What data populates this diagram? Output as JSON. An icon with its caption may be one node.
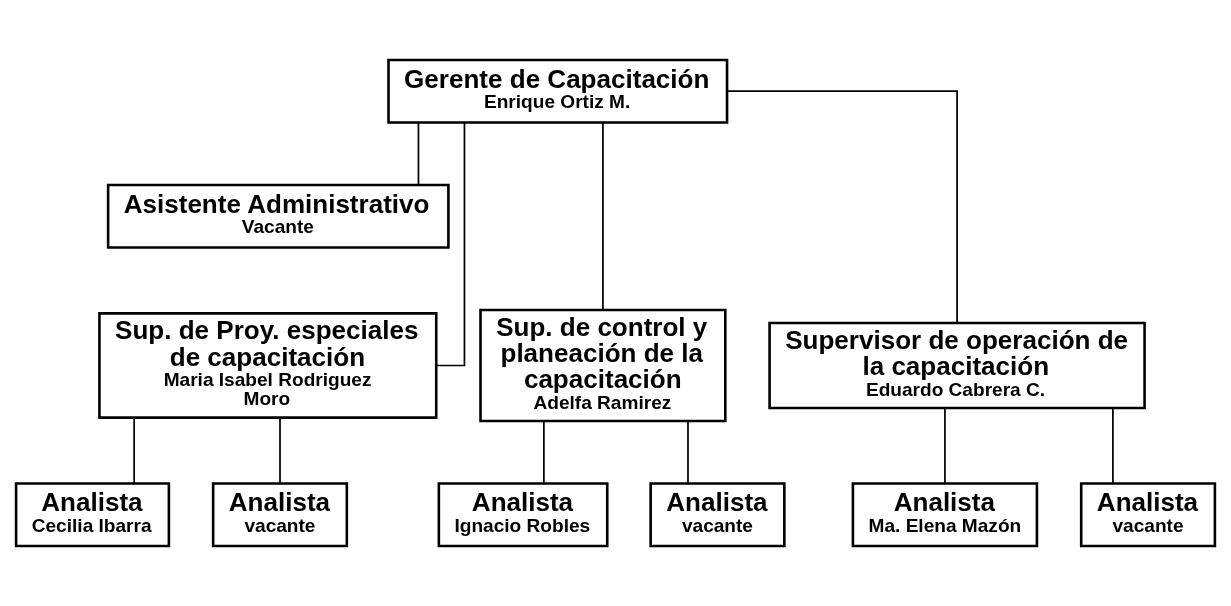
{
  "diagram": {
    "nodes": [
      {
        "text": [
          "Gerente de Capacitación",
          "Enrique Ortiz M."
        ]
      },
      {
        "text": [
          "Asistente Administrativo",
          "Vacante"
        ]
      },
      {
        "text": [
          "Sup. de Proy. especiales de capacitación",
          "Maria Isabel Rodriguez Moro"
        ]
      },
      {
        "text": [
          "Sup. de control y planeación de la capacitación",
          "Adelfa Ramirez"
        ]
      },
      {
        "text": [
          "Supervisor de operación de la capacitación",
          "Eduardo Cabrera C."
        ]
      },
      {
        "text": [
          "Analista",
          "Cecilia Ibarra"
        ]
      },
      {
        "text": [
          "Analista",
          "vacante"
        ]
      },
      {
        "text": [
          "Analista",
          "Ignacio Robles"
        ]
      },
      {
        "text": [
          "Analista",
          "vacante"
        ]
      },
      {
        "text": [
          "Analista",
          "Ma. Elena Mazón"
        ]
      },
      {
        "text": [
          "Analista",
          "vacante"
        ]
      }
    ],
    "edges": [
      {
        "from": 0,
        "to": 1,
        "arrow": "none"
      },
      {
        "from": 0,
        "to": 2,
        "arrow": "none"
      },
      {
        "from": 0,
        "to": 3,
        "arrow": "none"
      },
      {
        "from": 0,
        "to": 4,
        "arrow": "none"
      },
      {
        "from": 2,
        "to": 5,
        "arrow": "none"
      },
      {
        "from": 2,
        "to": 6,
        "arrow": "none"
      },
      {
        "from": 3,
        "to": 7,
        "arrow": "none"
      },
      {
        "from": 3,
        "to": 8,
        "arrow": "none"
      },
      {
        "from": 4,
        "to": 9,
        "arrow": "none"
      },
      {
        "from": 4,
        "to": 10,
        "arrow": "none"
      }
    ]
  }
}
